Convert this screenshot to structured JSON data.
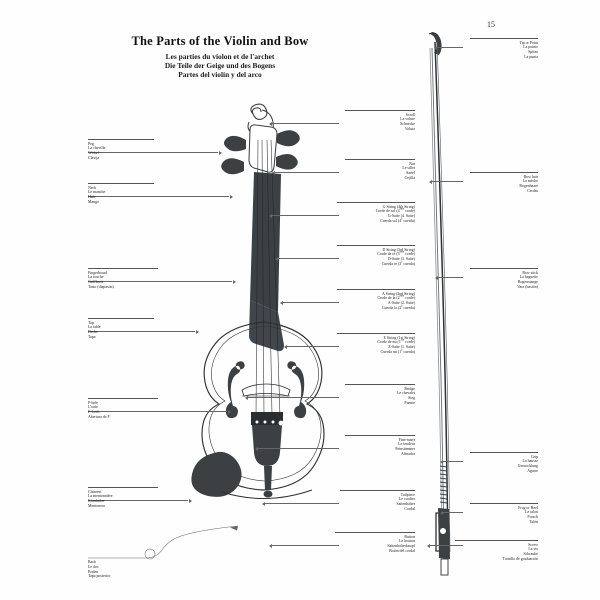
{
  "page": {
    "number": "15",
    "title": "The Parts of the Violin and Bow",
    "subtitle_fr": "Les parties du violon et de l'archet",
    "subtitle_de": "Die Teile der Geige und des Bogens",
    "subtitle_es": "Partes del violín y del arco"
  },
  "violin_labels_left": [
    {
      "en": "Peg",
      "fr": "La cheville",
      "de": "Wirbel",
      "es": "Clavija"
    },
    {
      "en": "Neck",
      "fr": "Le manche",
      "de": "Hals",
      "es": "Mango"
    },
    {
      "en": "Fingerboard",
      "fr": "La touche",
      "de": "Griffbrett",
      "es": "Tasto (diapasón)"
    },
    {
      "en": "Top",
      "fr": "La table",
      "de": "Decke",
      "es": "Tapa"
    },
    {
      "en": "F-hole",
      "fr": "L'ouïe",
      "de": "F-Loch",
      "es": "Abertura de F"
    },
    {
      "en": "Chinrest",
      "fr": "La mentonnière",
      "de": "Kinnhalter",
      "es": "Mentonera"
    },
    {
      "en": "Back",
      "fr": "Le dos",
      "de": "Boden",
      "es": "Tapa posterior"
    }
  ],
  "violin_labels_right": [
    {
      "en": "Scroll",
      "fr": "La volute",
      "de": "Schnecke",
      "es": "Voluta"
    },
    {
      "en": "Nut",
      "fr": "Le sillet",
      "de": "Sattel",
      "es": "Cejilla"
    },
    {
      "en": "G String (4th String)",
      "fr_a": "Corde de sol (4",
      "fr_sup": "ème",
      "fr_b": " corde)",
      "de": "G-Saite (4. Saite)",
      "es_a": "Cuerda sol (4",
      "es_sup": "a",
      "es_b": " cuerda)"
    },
    {
      "en": "D String (3rd String)",
      "fr_a": "Corde de ré (3",
      "fr_sup": "ème",
      "fr_b": " corde)",
      "de": "D-Saite (3. Saite)",
      "es_a": "Cuerda re (3",
      "es_sup": "a",
      "es_b": " cuerda)"
    },
    {
      "en": "A String (2nd String)",
      "fr_a": "Corde de la (2",
      "fr_sup": "ème",
      "fr_b": " corde)",
      "de": "A-Saite (2. Saite)",
      "es_a": "Cuerda la (2",
      "es_sup": "a",
      "es_b": " cuerda)"
    },
    {
      "en": "E String (1st String)",
      "fr_a": "Corde de mi (1",
      "fr_sup": "ère",
      "fr_b": " corde)",
      "de": "E-Saite (1. Saite)",
      "es_a": "Cuerda mi (1",
      "es_sup": "a",
      "es_b": " cuerda)"
    },
    {
      "en": "Bridge",
      "fr": "Le chevalet",
      "de": "Steg",
      "es": "Puente"
    },
    {
      "en": "Fine-tuner",
      "fr": "Le tendeur",
      "de": "Feinstimmer",
      "es": "Afinador"
    },
    {
      "en": "Tailpiece",
      "fr": "Le cordier",
      "de": "Saitenhalter",
      "es": "Cordal"
    },
    {
      "en": "Button",
      "fr": "Le bouton",
      "de": "Saitenhalterknopf",
      "es": "Botón del cordal"
    }
  ],
  "bow_labels": [
    {
      "en": "Tip or Point",
      "fr": "La pointe",
      "de": "Spitze",
      "es": "La punta"
    },
    {
      "en": "Bow hair",
      "fr": "La mèche",
      "de": "Bogenhaare",
      "es": "Cerdas"
    },
    {
      "en": "Bow stick",
      "fr": "La baguette",
      "de": "Bogenstange",
      "es": "Vara (bastón)"
    },
    {
      "en": "Grip",
      "fr": "La hausse",
      "de": "Umwicklung",
      "es": "Agarre"
    },
    {
      "en": "Frog or Heel",
      "fr": "Le talon",
      "de": "Frosch",
      "es": "Talón"
    },
    {
      "en": "Screw",
      "fr": "La vis",
      "de": "Schraube",
      "es": "Tornillo de graduación"
    }
  ],
  "colors": {
    "ink": "#1d1d1d",
    "wood_dark": "#3c4043",
    "line": "#666666",
    "paper": "#fefefe"
  }
}
